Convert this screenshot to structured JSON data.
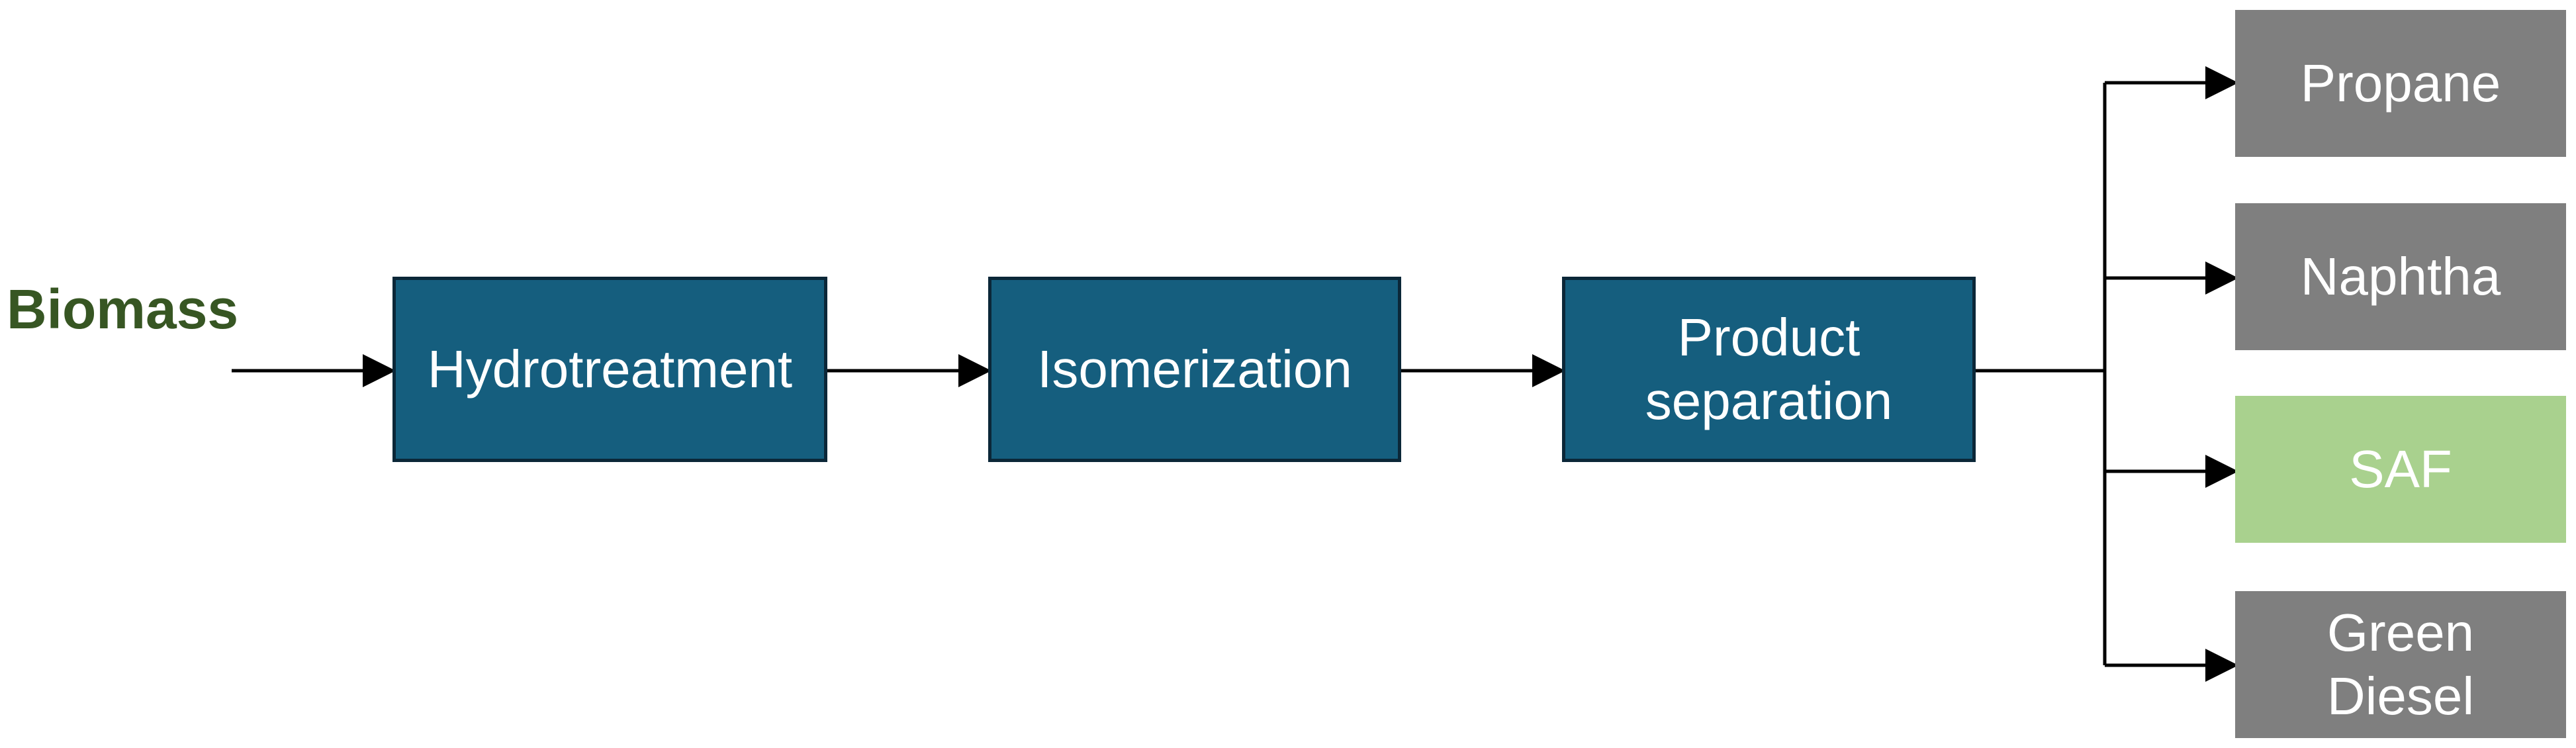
{
  "input": {
    "label": "Biomass",
    "color": "#375623"
  },
  "process_steps": [
    {
      "label": "Hydrotreatment"
    },
    {
      "label": "Isomerization"
    },
    {
      "label": "Product\nseparation"
    }
  ],
  "products": [
    {
      "label": "Propane"
    },
    {
      "label": "Naphtha"
    },
    {
      "label": "SAF",
      "highlight": true
    },
    {
      "label": "Green\nDiesel"
    }
  ],
  "colors": {
    "process_fill": "#155e7e",
    "process_border": "#0b2738",
    "product_fill": "#7f7f7f",
    "highlight_fill": "#a9d18e",
    "arrow": "#000000"
  }
}
